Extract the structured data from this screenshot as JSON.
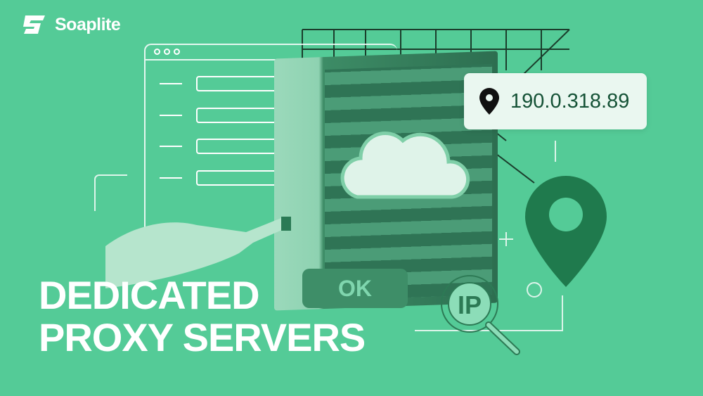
{
  "brand": {
    "name": "Soaplite"
  },
  "ip_card": {
    "address": "190.0.318.89",
    "icon": "map-pin-icon"
  },
  "ok_label": "OK",
  "ip_badge": "IP",
  "headline": {
    "line1": "DEDICATED",
    "line2": "PROXY SERVERS"
  },
  "colors": {
    "background": "#54cb97",
    "dark_green": "#1f7a4d",
    "card": "#eaf7f0",
    "text_dark": "#155236"
  }
}
